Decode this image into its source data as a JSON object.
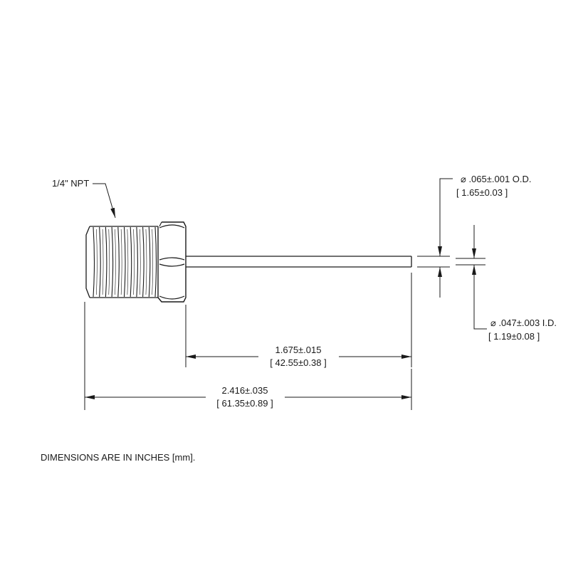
{
  "drawing": {
    "thread_label": "1/4\" NPT",
    "od_dim": "⌀ .065±.001 O.D.",
    "od_dim_mm": "[ 1.65±0.03 ]",
    "id_dim": "⌀ .047±.003 I.D.",
    "id_dim_mm": "[ 1.19±0.08 ]",
    "tube_length": "1.675±.015",
    "tube_length_mm": "[ 42.55±0.38 ]",
    "overall_length": "2.416±.035",
    "overall_length_mm": "[ 61.35±0.89 ]",
    "units_note": "DIMENSIONS ARE IN INCHES [mm]."
  }
}
